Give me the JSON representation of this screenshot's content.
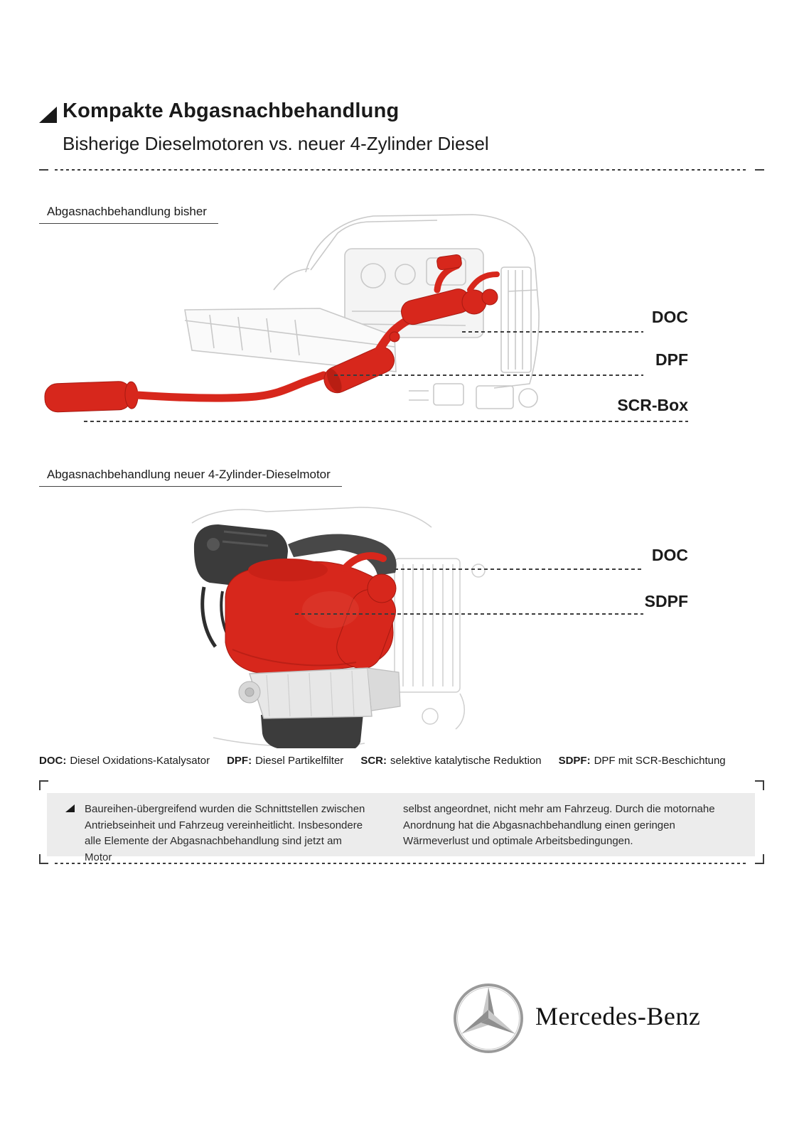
{
  "header": {
    "title": "Kompakte Abgasnachbehandlung",
    "subtitle": "Bisherige Dieselmotoren vs. neuer 4-Zylinder Diesel",
    "marker_icon": "triangle-marker"
  },
  "sections": [
    {
      "label": "Abgasnachbehandlung bisher",
      "illustration": "previous-diesel-engine-with-red-exhaust-line",
      "callouts": [
        {
          "label": "DOC"
        },
        {
          "label": "DPF"
        },
        {
          "label": "SCR-Box"
        }
      ]
    },
    {
      "label": "Abgasnachbehandlung neuer 4-Zylinder-Dieselmotor",
      "illustration": "new-4-cylinder-diesel-engine",
      "callouts": [
        {
          "label": "DOC"
        },
        {
          "label": "SDPF"
        }
      ]
    }
  ],
  "legend": {
    "items": [
      {
        "term": "DOC:",
        "definition": "Diesel Oxidations-Katalysator"
      },
      {
        "term": "DPF:",
        "definition": "Diesel Partikelfilter"
      },
      {
        "term": "SCR:",
        "definition": "selektive katalytische Reduktion"
      },
      {
        "term": "SDPF:",
        "definition": "DPF mit SCR-Beschichtung"
      }
    ]
  },
  "note": {
    "bullet_icon": "triangle-marker",
    "column_left": "Baureihen-übergreifend wurden die Schnittstellen zwischen Antriebseinheit und Fahrzeug vereinheitlicht. Insbesondere alle Elemente der Abgasnachbehandlung sind jetzt am Motor",
    "column_right": "selbst angeordnet, nicht mehr am Fahrzeug. Durch die motornahe Anordnung hat die Abgasnachbehandlung einen geringen Wärmeverlust und optimale Arbeitsbedingungen."
  },
  "footer": {
    "logo_icon": "mercedes-star-logo",
    "brand_wordmark": "Mercedes-Benz"
  },
  "colors": {
    "accent_red": "#d7271c",
    "line_art_grey": "#c9c9c9",
    "text_dark": "#1a1a1a",
    "note_background": "#ececec"
  }
}
